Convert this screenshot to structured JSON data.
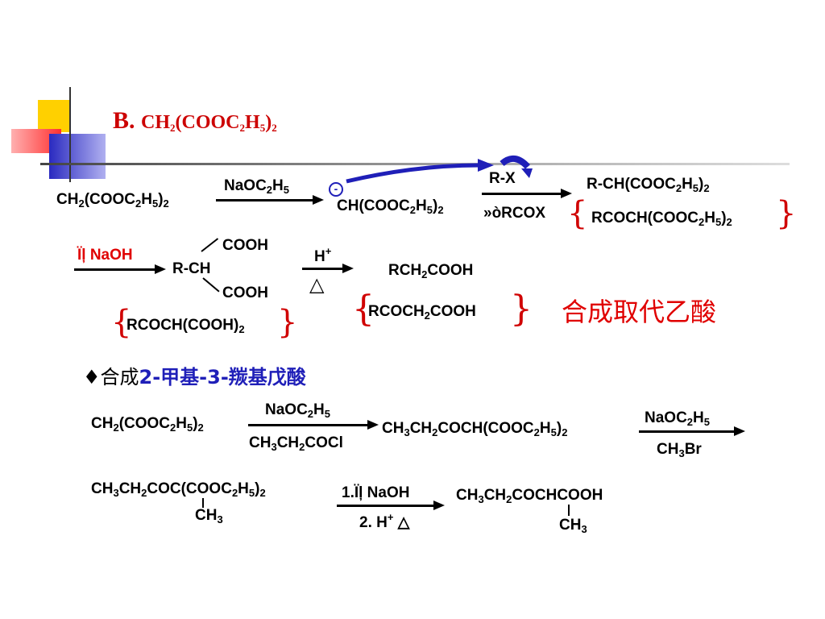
{
  "title": {
    "prefix": "B.",
    "formula": "CH<sub>2</sub>(COOC<sub>2</sub>H<sub>5</sub>)<sub>2</sub>"
  },
  "colors": {
    "title": "#cc0000",
    "accent_blue": "#1f1fb8",
    "red_text": "#e00000",
    "decor_yellow": "#ffd000",
    "decor_blue": "#3030c8",
    "decor_red": "#ff4040"
  },
  "scheme1": {
    "start": "CH<sub>2</sub>(COOC<sub>2</sub>H<sub>5</sub>)<sub>2</sub>",
    "reagent1": "NaOC<sub>2</sub>H<sub>5</sub>",
    "charge": "-",
    "carbanion": "CH(COOC<sub>2</sub>H<sub>5</sub>)<sub>2</sub>",
    "reagent2_top": "R-X",
    "reagent2_bottom": "»òRCOX",
    "product_a": "R-CH(COOC<sub>2</sub>H<sub>5</sub>)<sub>2</sub>",
    "product_b": "RCOCH(COOC<sub>2</sub>H<sub>5</sub>)<sub>2</sub>"
  },
  "scheme2": {
    "reagent": "Ïļ NaOH",
    "cooh_top": "COOH",
    "rch": "R-CH",
    "cooh_bottom": "COOH",
    "acyl_diacid": "RCOCH(COOH)<sub>2</sub>",
    "acid_top": "H<sup>+</sup>",
    "heat": "△",
    "product_a": "RCH<sub>2</sub>COOH",
    "product_b": "RCOCH<sub>2</sub>COOH",
    "note": "合成取代乙酸"
  },
  "example": {
    "heading_prefix": "♦合成",
    "heading_target": "2-甲基-3-羰基戊酸",
    "step1_start": "CH<sub>2</sub>(COOC<sub>2</sub>H<sub>5</sub>)<sub>2</sub>",
    "step1_top": "NaOC<sub>2</sub>H<sub>5</sub>",
    "step1_bottom": "CH<sub>3</sub>CH<sub>2</sub>COCl",
    "step1_product": "CH<sub>3</sub>CH<sub>2</sub>COCH(COOC<sub>2</sub>H<sub>5</sub>)<sub>2</sub>",
    "step2_top": "NaOC<sub>2</sub>H<sub>5</sub>",
    "step2_bottom": "CH<sub>3</sub>Br",
    "step3_start": "CH<sub>3</sub>CH<sub>2</sub>COC(COOC<sub>2</sub>H<sub>5</sub>)<sub>2</sub>",
    "step3_methyl": "CH<sub>3</sub>",
    "step3_top": "1.Ïļ NaOH",
    "step3_bottom": "2. H<sup>+</sup> △",
    "final_product": "CH<sub>3</sub>CH<sub>2</sub>COCHCOOH",
    "final_methyl": "CH<sub>3</sub>"
  }
}
